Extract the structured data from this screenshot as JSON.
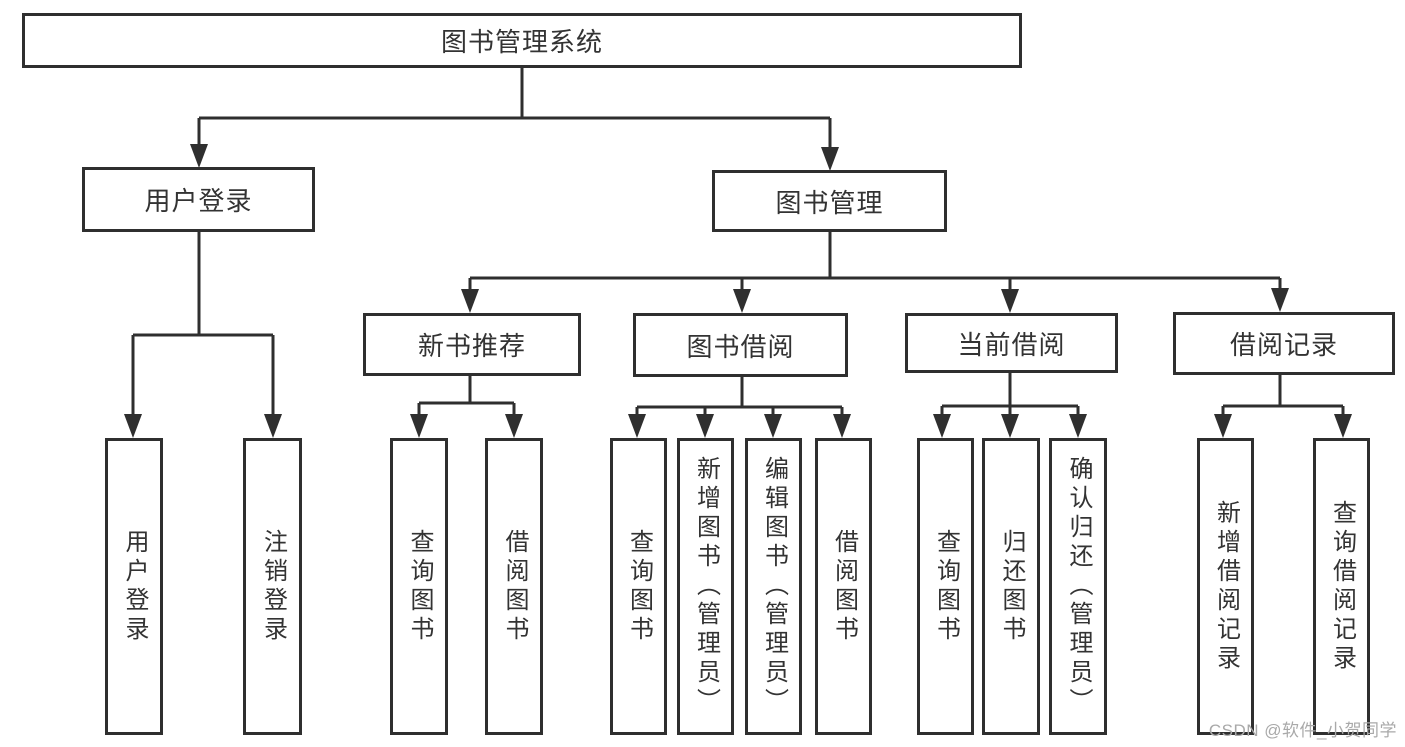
{
  "colors": {
    "line": "#2f2f2f",
    "text": "#333333",
    "watermark": "#a9a9a9",
    "background": "#ffffff"
  },
  "root": {
    "label": "图书管理系统"
  },
  "user_login": {
    "label": "用户登录",
    "children": [
      {
        "label": "用户登录"
      },
      {
        "label": "注销登录"
      }
    ]
  },
  "book_mgmt": {
    "label": "图书管理",
    "children": [
      {
        "label": "新书推荐",
        "children": [
          {
            "label": "查询图书"
          },
          {
            "label": "借阅图书"
          }
        ]
      },
      {
        "label": "图书借阅",
        "children": [
          {
            "label": "查询图书"
          },
          {
            "label": "新增图书（管理员）"
          },
          {
            "label": "编辑图书（管理员）"
          },
          {
            "label": "借阅图书"
          }
        ]
      },
      {
        "label": "当前借阅",
        "children": [
          {
            "label": "查询图书"
          },
          {
            "label": "归还图书"
          },
          {
            "label": "确认归还（管理员）"
          }
        ]
      },
      {
        "label": "借阅记录",
        "children": [
          {
            "label": "新增借阅记录"
          },
          {
            "label": "查询借阅记录"
          }
        ]
      }
    ]
  },
  "watermark": "CSDN @软件_小贺同学"
}
